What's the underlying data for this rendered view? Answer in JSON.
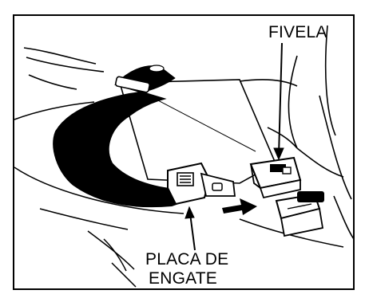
{
  "labels": {
    "buckle": "FIVELA",
    "latch_plate_line1": "PLACA DE",
    "latch_plate_line2": "ENGATE"
  },
  "icons": {
    "insert_arrow": "arrow-right-icon",
    "pointer_buckle": "pointer-arrow-icon",
    "pointer_plate": "pointer-arrow-icon"
  },
  "colors": {
    "ink": "#000000",
    "paper": "#ffffff"
  }
}
